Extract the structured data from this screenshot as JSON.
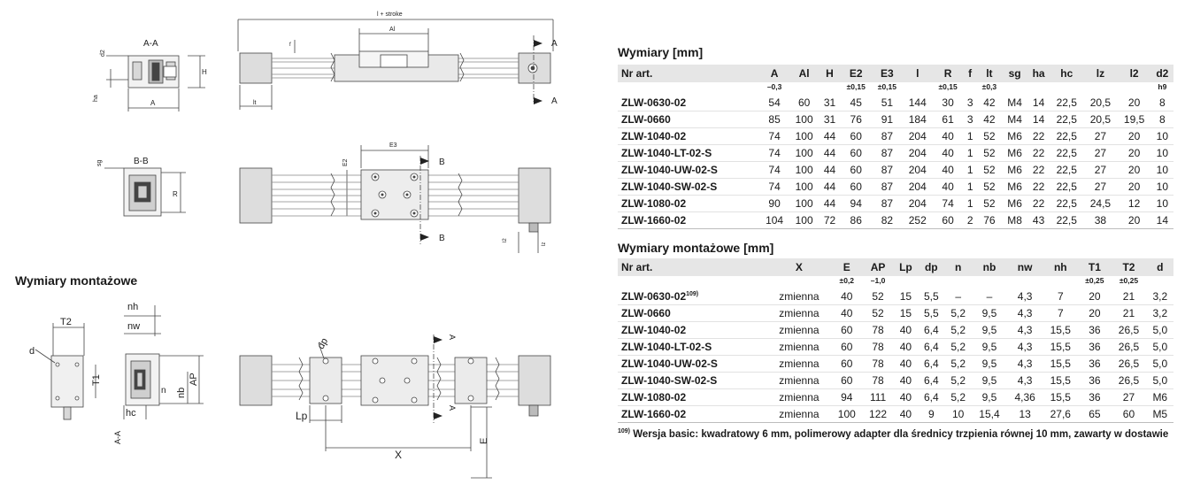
{
  "left": {
    "section_title": "Wymiary montażowe",
    "labels": {
      "stroke": "l + stroke",
      "al": "Al",
      "aa_top": "A-A",
      "d2": "d2",
      "h": "H",
      "ha": "ha",
      "a": "A",
      "lt": "lt",
      "f": "f",
      "a_mark": "A",
      "bb": "B-B",
      "sg": "sg",
      "r": "R",
      "e3": "E3",
      "e2": "E2",
      "b_mark": "B",
      "i2": "l2",
      "iz": "lz",
      "t2": "T2",
      "d": "d",
      "t1": "T1",
      "nh": "nh",
      "nw": "nw",
      "n": "n",
      "nb": "nb",
      "ap": "AP",
      "hc": "hc",
      "aa_side": "A-A",
      "dp": "dp",
      "lp": "Lp",
      "x": "X",
      "e": "E"
    }
  },
  "right": {
    "title1": "Wymiary [mm]",
    "table1": {
      "headers": [
        "Nr art.",
        "A",
        "Al",
        "H",
        "E2",
        "E3",
        "l",
        "R",
        "f",
        "lt",
        "sg",
        "ha",
        "hc",
        "lz",
        "l2",
        "d2"
      ],
      "tolerances": [
        "",
        "–0,3",
        "",
        "",
        "±0,15",
        "±0,15",
        "",
        "±0,15",
        "",
        "±0,3",
        "",
        "",
        "",
        "",
        "",
        "h9"
      ],
      "rows": [
        [
          "ZLW-0630-02",
          "54",
          "60",
          "31",
          "45",
          "51",
          "144",
          "30",
          "3",
          "42",
          "M4",
          "14",
          "22,5",
          "20,5",
          "20",
          "8"
        ],
        [
          "ZLW-0660",
          "85",
          "100",
          "31",
          "76",
          "91",
          "184",
          "61",
          "3",
          "42",
          "M4",
          "14",
          "22,5",
          "20,5",
          "19,5",
          "8"
        ],
        [
          "ZLW-1040-02",
          "74",
          "100",
          "44",
          "60",
          "87",
          "204",
          "40",
          "1",
          "52",
          "M6",
          "22",
          "22,5",
          "27",
          "20",
          "10"
        ],
        [
          "ZLW-1040-LT-02-S",
          "74",
          "100",
          "44",
          "60",
          "87",
          "204",
          "40",
          "1",
          "52",
          "M6",
          "22",
          "22,5",
          "27",
          "20",
          "10"
        ],
        [
          "ZLW-1040-UW-02-S",
          "74",
          "100",
          "44",
          "60",
          "87",
          "204",
          "40",
          "1",
          "52",
          "M6",
          "22",
          "22,5",
          "27",
          "20",
          "10"
        ],
        [
          "ZLW-1040-SW-02-S",
          "74",
          "100",
          "44",
          "60",
          "87",
          "204",
          "40",
          "1",
          "52",
          "M6",
          "22",
          "22,5",
          "27",
          "20",
          "10"
        ],
        [
          "ZLW-1080-02",
          "90",
          "100",
          "44",
          "94",
          "87",
          "204",
          "74",
          "1",
          "52",
          "M6",
          "22",
          "22,5",
          "24,5",
          "12",
          "10"
        ],
        [
          "ZLW-1660-02",
          "104",
          "100",
          "72",
          "86",
          "82",
          "252",
          "60",
          "2",
          "76",
          "M8",
          "43",
          "22,5",
          "38",
          "20",
          "14"
        ]
      ]
    },
    "title2": "Wymiary montażowe [mm]",
    "table2": {
      "headers": [
        "Nr art.",
        "X",
        "E",
        "AP",
        "Lp",
        "dp",
        "n",
        "nb",
        "nw",
        "nh",
        "T1",
        "T2",
        "d"
      ],
      "tolerances": [
        "",
        "",
        "±0,2",
        "–1,0",
        "",
        "",
        "",
        "",
        "",
        "",
        "±0,25",
        "±0,25",
        ""
      ],
      "rows": [
        [
          "ZLW-0630-02",
          "zmienna",
          "40",
          "52",
          "15",
          "5,5",
          "–",
          "–",
          "4,3",
          "7",
          "20",
          "21",
          "3,2"
        ],
        [
          "ZLW-0660",
          "zmienna",
          "40",
          "52",
          "15",
          "5,5",
          "5,2",
          "9,5",
          "4,3",
          "7",
          "20",
          "21",
          "3,2"
        ],
        [
          "ZLW-1040-02",
          "zmienna",
          "60",
          "78",
          "40",
          "6,4",
          "5,2",
          "9,5",
          "4,3",
          "15,5",
          "36",
          "26,5",
          "5,0"
        ],
        [
          "ZLW-1040-LT-02-S",
          "zmienna",
          "60",
          "78",
          "40",
          "6,4",
          "5,2",
          "9,5",
          "4,3",
          "15,5",
          "36",
          "26,5",
          "5,0"
        ],
        [
          "ZLW-1040-UW-02-S",
          "zmienna",
          "60",
          "78",
          "40",
          "6,4",
          "5,2",
          "9,5",
          "4,3",
          "15,5",
          "36",
          "26,5",
          "5,0"
        ],
        [
          "ZLW-1040-SW-02-S",
          "zmienna",
          "60",
          "78",
          "40",
          "6,4",
          "5,2",
          "9,5",
          "4,3",
          "15,5",
          "36",
          "26,5",
          "5,0"
        ],
        [
          "ZLW-1080-02",
          "zmienna",
          "94",
          "111",
          "40",
          "6,4",
          "5,2",
          "9,5",
          "4,36",
          "15,5",
          "36",
          "27",
          "M6"
        ],
        [
          "ZLW-1660-02",
          "zmienna",
          "100",
          "122",
          "40",
          "9",
          "10",
          "15,4",
          "13",
          "27,6",
          "65",
          "60",
          "M5"
        ]
      ],
      "first_row_sup": "109)"
    },
    "note_sup": "109)",
    "note_text": "Wersja basic: kwadratowy 6 mm, polimerowy adapter dla średnicy trzpienia równej 10 mm, zawarty w dostawie"
  }
}
